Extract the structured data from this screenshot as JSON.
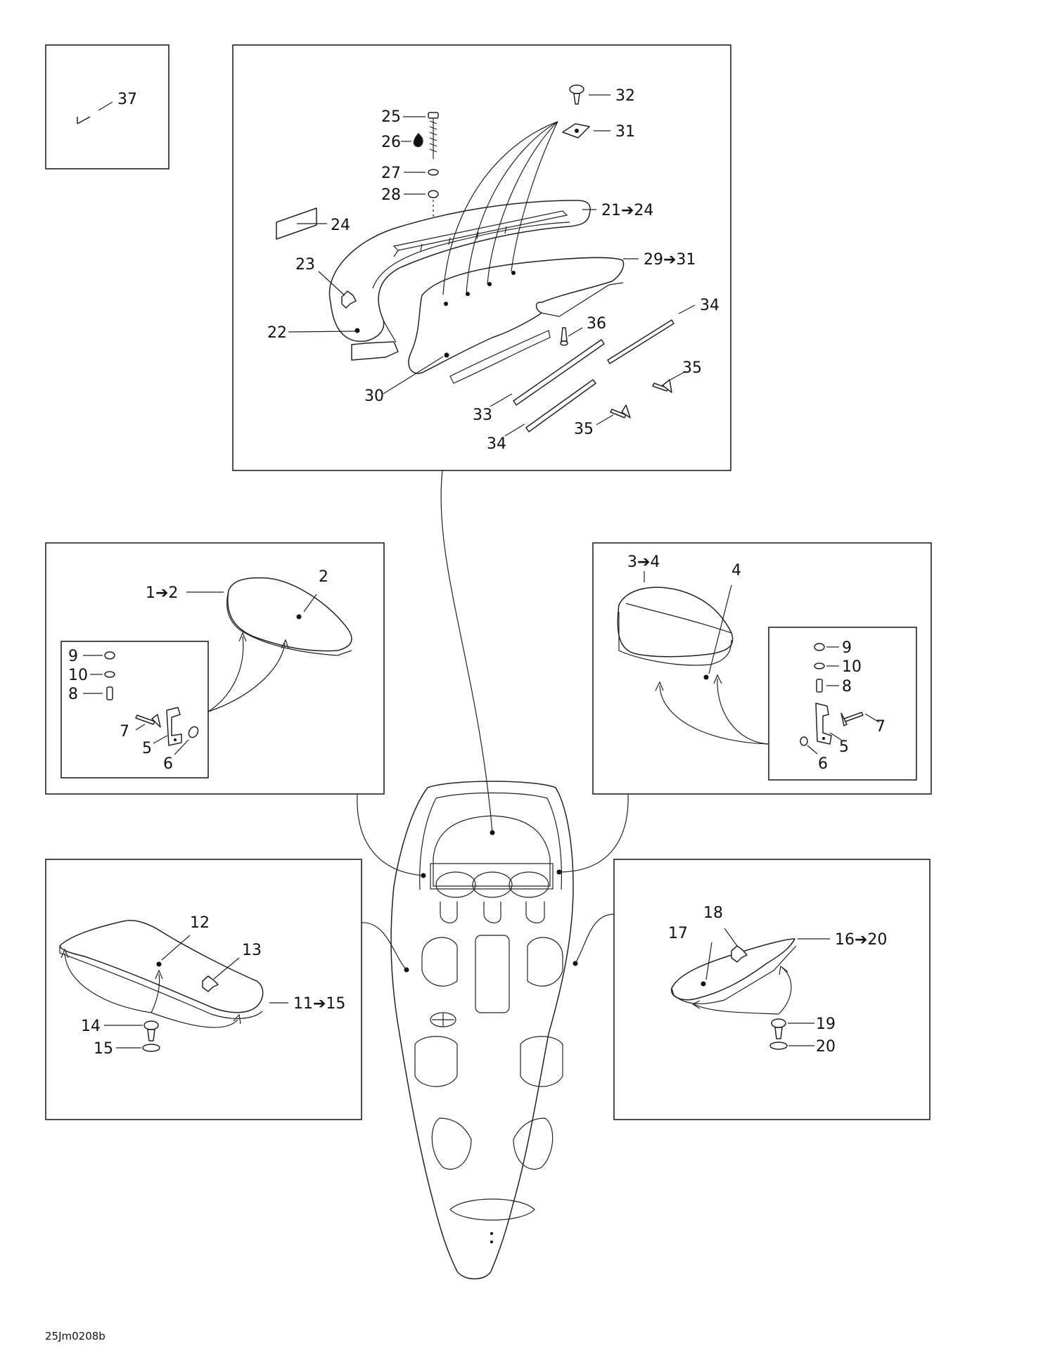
{
  "drawing_code": "25Jm0208b",
  "callouts": {
    "c37": "37",
    "c25": "25",
    "c26": "26",
    "c27": "27",
    "c28": "28",
    "c24": "24",
    "c23": "23",
    "c22": "22",
    "c30": "30",
    "c32": "32",
    "c31": "31",
    "c21_24": "21➔24",
    "c29_31": "29➔31",
    "c34a": "34",
    "c36": "36",
    "c35a": "35",
    "c33": "33",
    "c35b": "35",
    "c34b": "34",
    "l_1_2": "1➔2",
    "l_2": "2",
    "l_9": "9",
    "l_10": "10",
    "l_8": "8",
    "l_7": "7",
    "l_5": "5",
    "l_6": "6",
    "r_3_4": "3➔4",
    "r_4": "4",
    "r_9": "9",
    "r_10": "10",
    "r_8": "8",
    "r_7": "7",
    "r_5": "5",
    "r_6": "6",
    "b_12": "12",
    "b_13": "13",
    "b_11_15": "11➔15",
    "b_14": "14",
    "b_15": "15",
    "s_18": "18",
    "s_17": "17",
    "s_16_20": "16➔20",
    "s_19": "19",
    "s_20": "20"
  }
}
